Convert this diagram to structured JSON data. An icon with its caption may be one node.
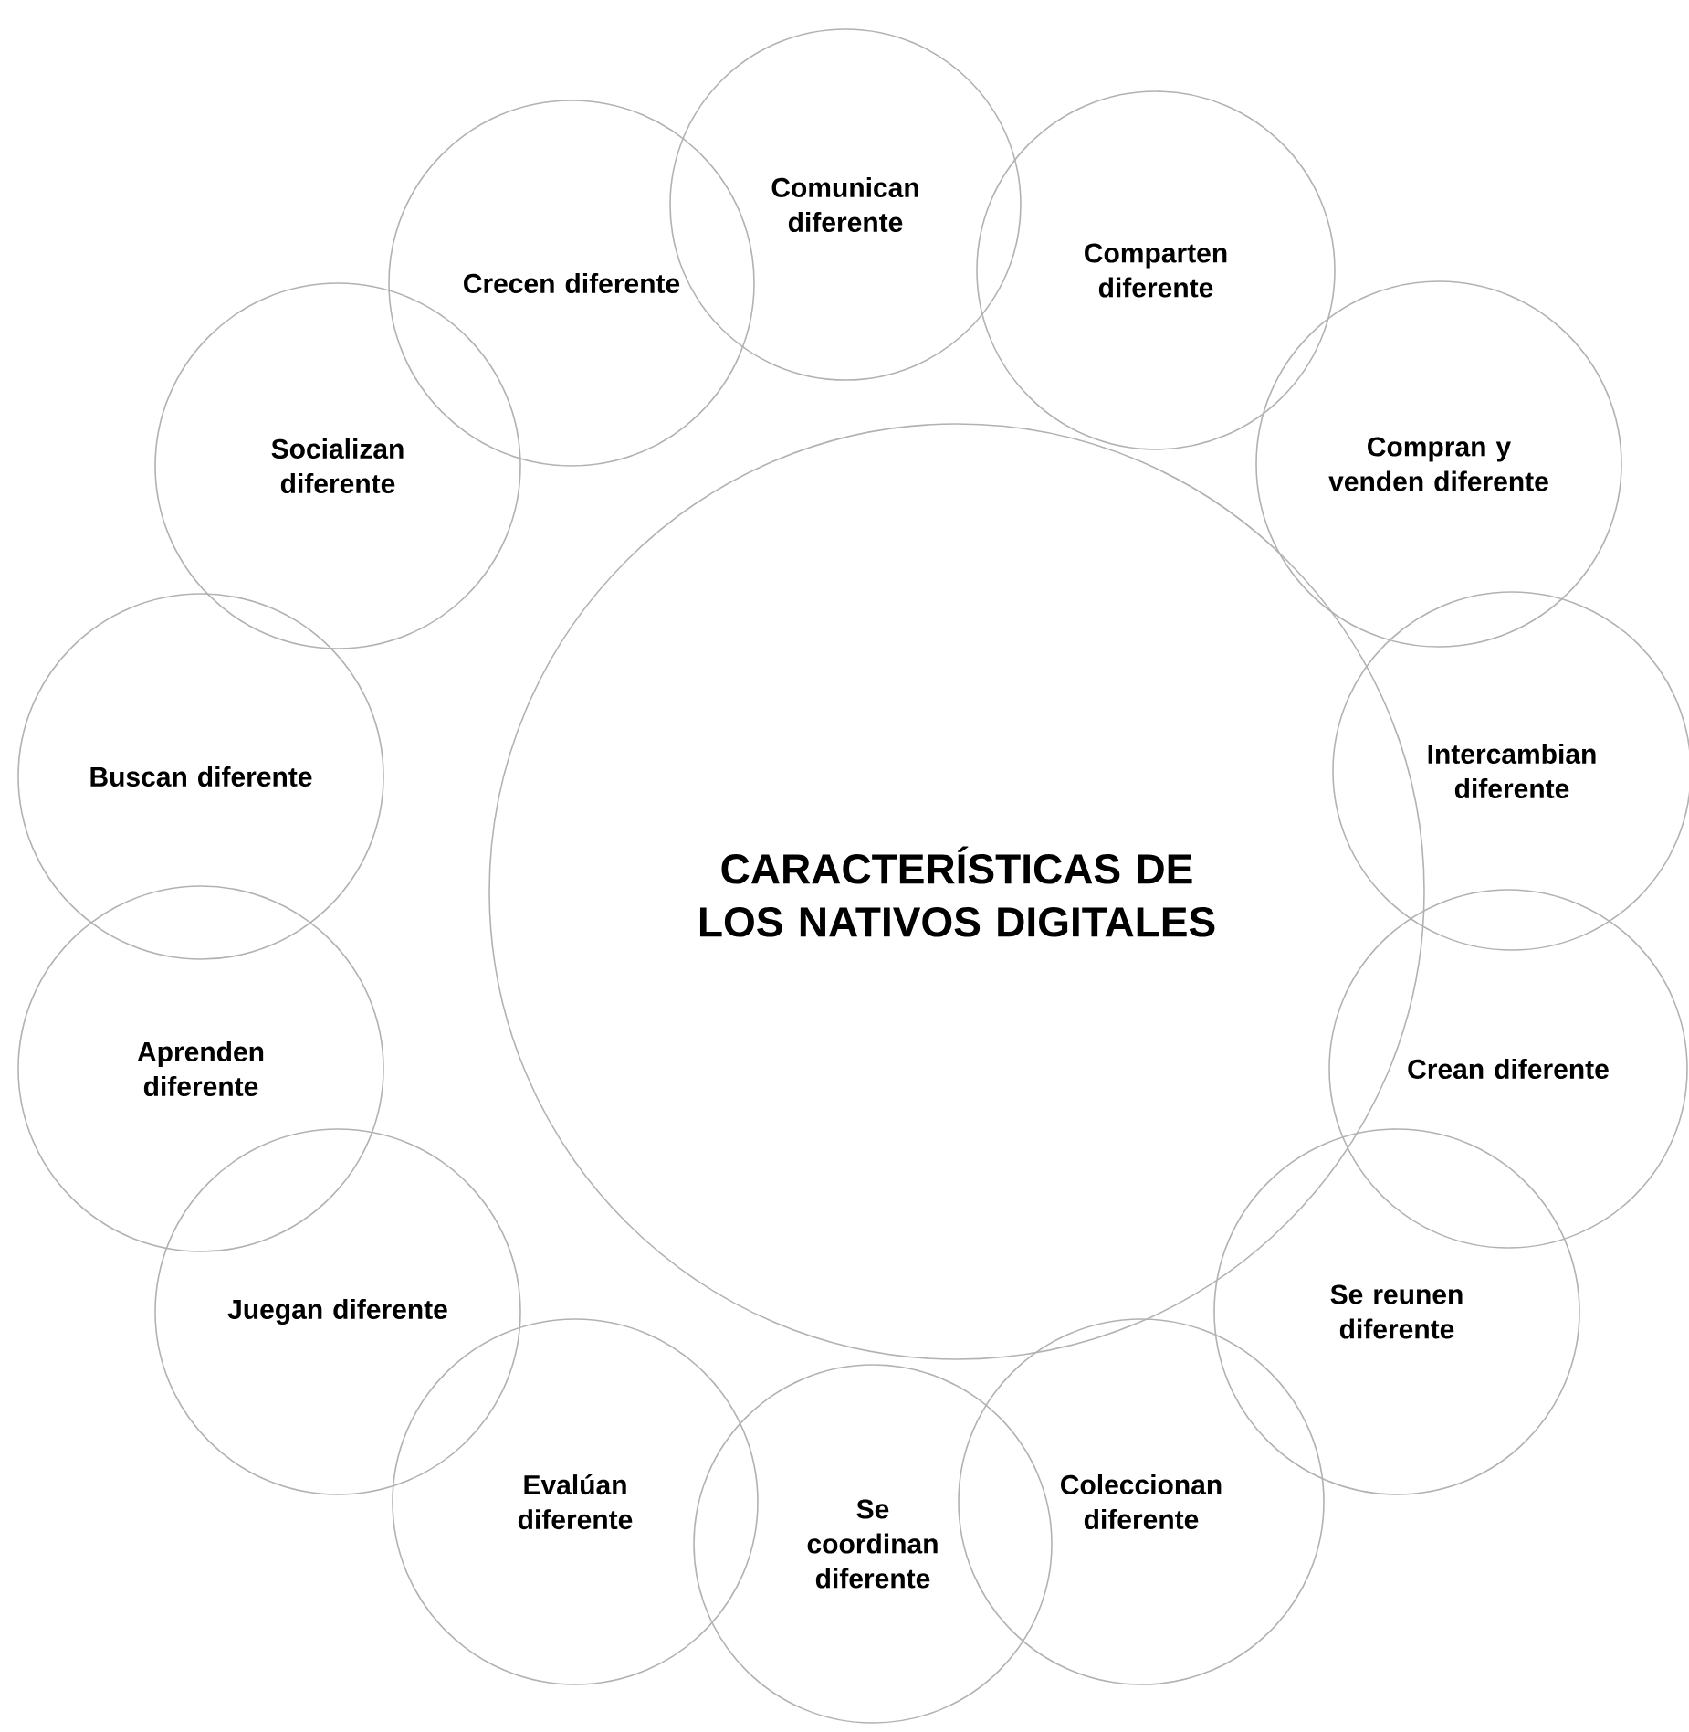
{
  "diagram": {
    "nodes": [
      {
        "text": [
          "CARACTERÍSTICAS DE LOS NATIVOS DIGITALES"
        ]
      },
      {
        "text": [
          "Comunican diferente"
        ]
      },
      {
        "text": [
          "Comparten diferente"
        ]
      },
      {
        "text": [
          "Compran y venden diferente"
        ]
      },
      {
        "text": [
          "Intercambian diferente"
        ]
      },
      {
        "text": [
          "Crean diferente"
        ]
      },
      {
        "text": [
          "Se reunen diferente"
        ]
      },
      {
        "text": [
          "Coleccionan diferente"
        ]
      },
      {
        "text": [
          "Se coordinan diferente"
        ]
      },
      {
        "text": [
          "Evalúan diferente"
        ]
      },
      {
        "text": [
          "Juegan diferente"
        ]
      },
      {
        "text": [
          "Aprenden diferente"
        ]
      },
      {
        "text": [
          "Buscan diferente"
        ]
      },
      {
        "text": [
          "Socializan diferente"
        ]
      },
      {
        "text": [
          "Crecen diferente"
        ]
      }
    ]
  }
}
